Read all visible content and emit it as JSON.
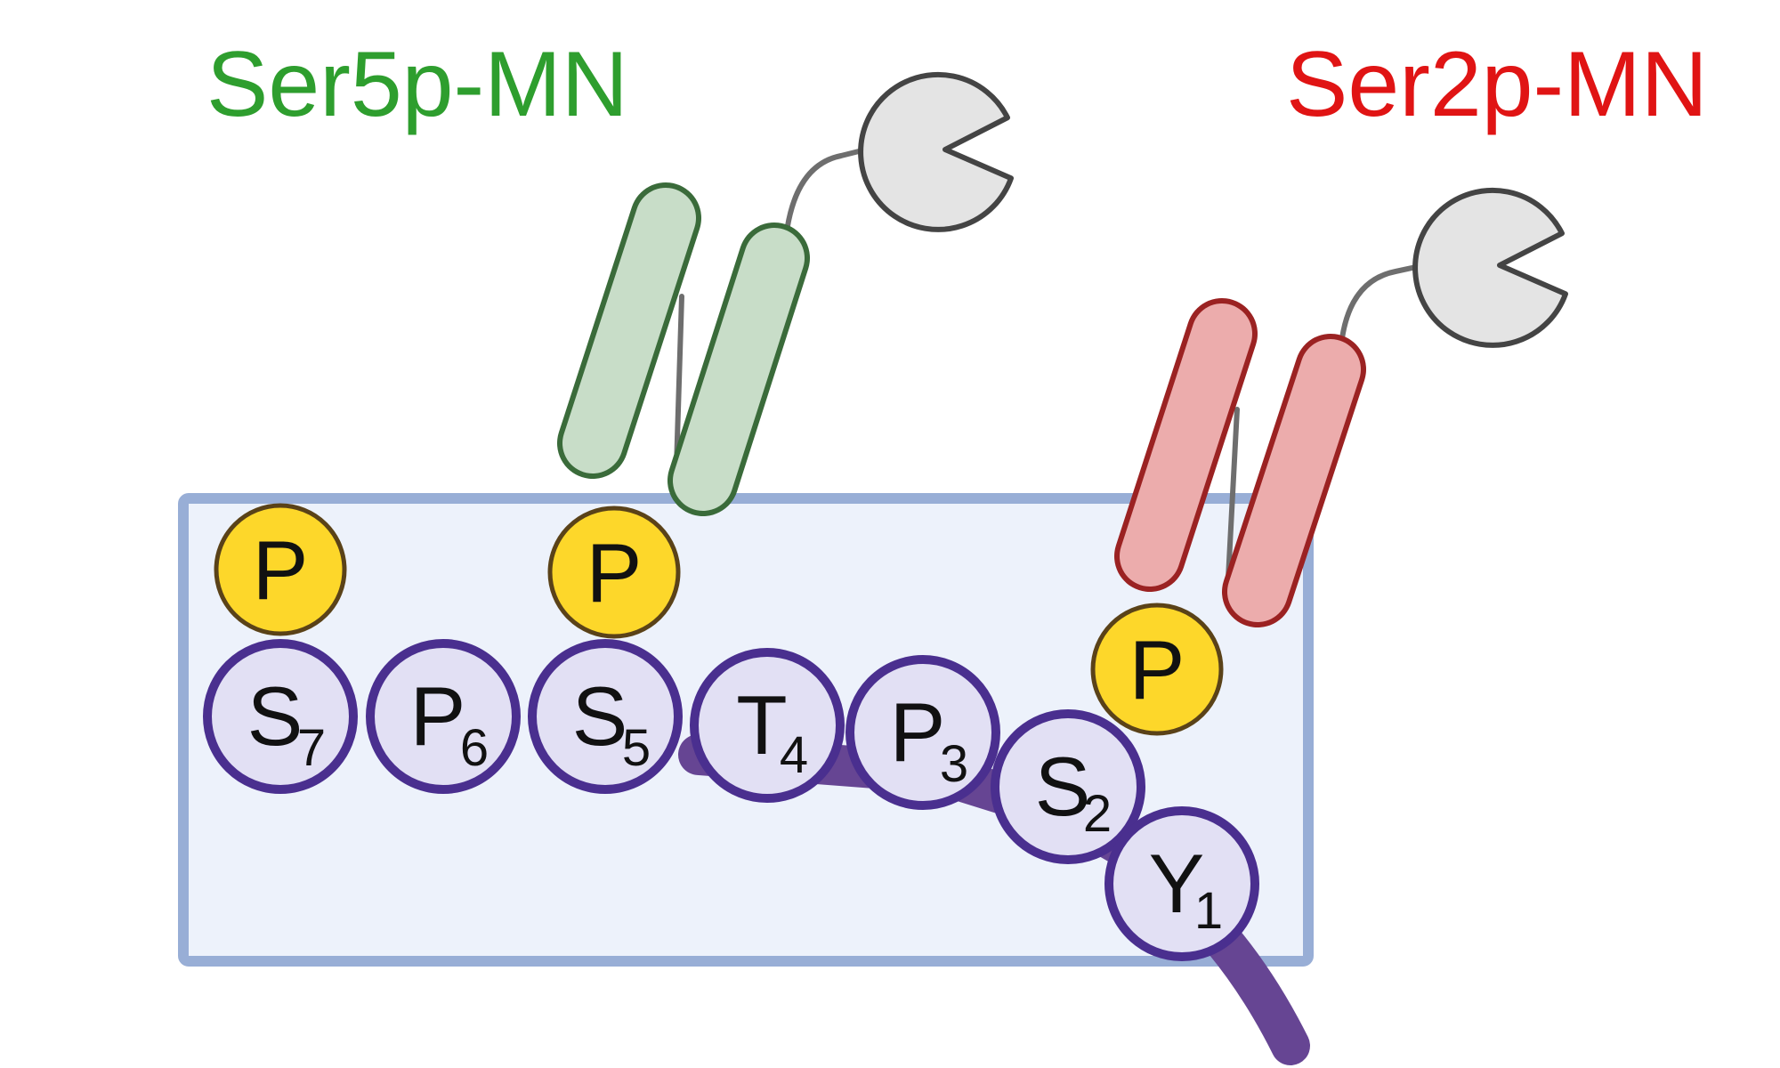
{
  "labels": {
    "left": {
      "text": "Ser5p-MN",
      "color": "#2e9e2e"
    },
    "right": {
      "text": "Ser2p-MN",
      "color": "#e01414"
    }
  },
  "colors": {
    "box_fill": "#edf2fb",
    "box_stroke": "#98aed6",
    "residue_fill": "#e2e0f4",
    "residue_stroke": "#4a2f8f",
    "backbone": "#664593",
    "phospho_fill": "#fdd72a",
    "phospho_stroke": "#5a4218",
    "green_rod_fill": "#c8ddc8",
    "green_rod_stroke": "#3a6b3a",
    "red_rod_fill": "#ecacac",
    "red_rod_stroke": "#9b2222",
    "pacman_fill": "#e4e4e4",
    "pacman_stroke": "#444444",
    "linker": "#6e6e6e"
  },
  "residues": [
    {
      "letter": "S",
      "sub": "7",
      "name": "residue-s7"
    },
    {
      "letter": "P",
      "sub": "6",
      "name": "residue-p6"
    },
    {
      "letter": "S",
      "sub": "5",
      "name": "residue-s5"
    },
    {
      "letter": "T",
      "sub": "4",
      "name": "residue-t4"
    },
    {
      "letter": "P",
      "sub": "3",
      "name": "residue-p3"
    },
    {
      "letter": "S",
      "sub": "2",
      "name": "residue-s2"
    },
    {
      "letter": "Y",
      "sub": "1",
      "name": "residue-y1"
    }
  ],
  "phosphates": [
    {
      "letter": "P",
      "name": "phosphate-s7"
    },
    {
      "letter": "P",
      "name": "phosphate-s5"
    },
    {
      "letter": "P",
      "name": "phosphate-s2"
    }
  ],
  "icons": {
    "left_binder": "green-antibody-rods-icon",
    "right_binder": "red-antibody-rods-icon",
    "left_enzyme": "pacman-enzyme-icon",
    "right_enzyme": "pacman-enzyme-icon"
  }
}
